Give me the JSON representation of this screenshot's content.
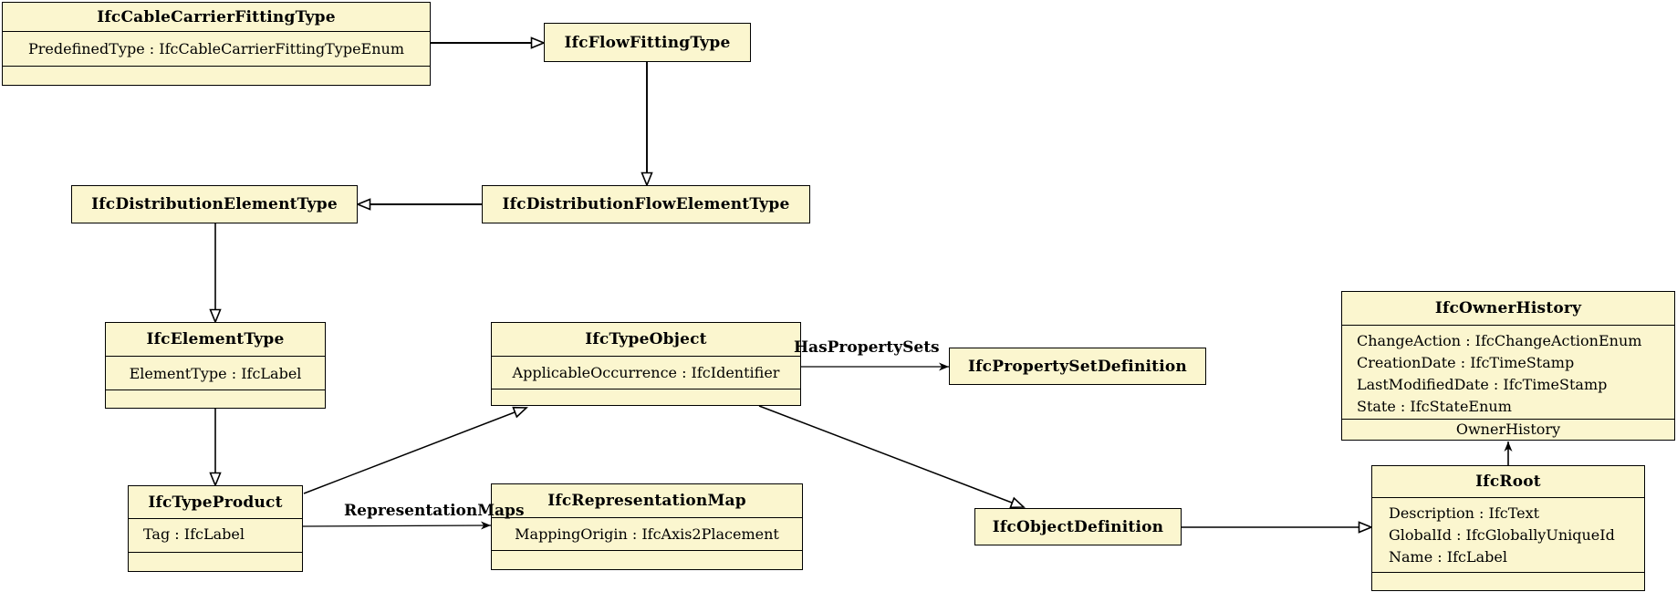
{
  "diagram": {
    "kind": "uml-class-diagram",
    "box_fill_color": "#FBF6CF",
    "box_border_color": "#000000",
    "background_color": "#ffffff"
  },
  "classes": {
    "cable_carrier_fitting_type": {
      "name": "IfcCableCarrierFittingType",
      "attributes": [
        "PredefinedType : IfcCableCarrierFittingTypeEnum"
      ]
    },
    "flow_fitting_type": {
      "name": "IfcFlowFittingType"
    },
    "distribution_element_type": {
      "name": "IfcDistributionElementType"
    },
    "distribution_flow_element_type": {
      "name": "IfcDistributionFlowElementType"
    },
    "element_type": {
      "name": "IfcElementType",
      "attributes": [
        "ElementType : IfcLabel"
      ]
    },
    "type_object": {
      "name": "IfcTypeObject",
      "attributes": [
        "ApplicableOccurrence : IfcIdentifier"
      ]
    },
    "property_set_definition": {
      "name": "IfcPropertySetDefinition"
    },
    "owner_history": {
      "name": "IfcOwnerHistory",
      "attributes": [
        "ChangeAction : IfcChangeActionEnum",
        "CreationDate : IfcTimeStamp",
        "LastModifiedDate : IfcTimeStamp",
        "State : IfcStateEnum"
      ],
      "footer": "OwnerHistory"
    },
    "type_product": {
      "name": "IfcTypeProduct",
      "attributes": [
        "Tag : IfcLabel"
      ]
    },
    "representation_map": {
      "name": "IfcRepresentationMap",
      "attributes": [
        "MappingOrigin : IfcAxis2Placement"
      ]
    },
    "object_definition": {
      "name": "IfcObjectDefinition"
    },
    "root": {
      "name": "IfcRoot",
      "attributes": [
        "Description : IfcText",
        "GlobalId : IfcGloballyUniqueId",
        "Name : IfcLabel"
      ]
    }
  },
  "relation_labels": {
    "has_property_sets": "HasPropertySets",
    "representation_maps": "RepresentationMaps"
  },
  "edges": [
    {
      "from": "IfcCableCarrierFittingType",
      "to": "IfcFlowFittingType",
      "kind": "generalization"
    },
    {
      "from": "IfcFlowFittingType",
      "to": "IfcDistributionFlowElementType",
      "kind": "generalization"
    },
    {
      "from": "IfcDistributionFlowElementType",
      "to": "IfcDistributionElementType",
      "kind": "generalization"
    },
    {
      "from": "IfcDistributionElementType",
      "to": "IfcElementType",
      "kind": "generalization"
    },
    {
      "from": "IfcElementType",
      "to": "IfcTypeProduct",
      "kind": "generalization"
    },
    {
      "from": "IfcTypeProduct",
      "to": "IfcTypeObject",
      "kind": "generalization"
    },
    {
      "from": "IfcTypeObject",
      "to": "IfcObjectDefinition",
      "kind": "generalization"
    },
    {
      "from": "IfcObjectDefinition",
      "to": "IfcRoot",
      "kind": "generalization"
    },
    {
      "from": "IfcTypeObject",
      "to": "IfcPropertySetDefinition",
      "kind": "association",
      "label": "HasPropertySets"
    },
    {
      "from": "IfcTypeProduct",
      "to": "IfcRepresentationMap",
      "kind": "association",
      "label": "RepresentationMaps"
    },
    {
      "from": "IfcRoot",
      "to": "IfcOwnerHistory",
      "kind": "association",
      "label": "OwnerHistory"
    }
  ]
}
